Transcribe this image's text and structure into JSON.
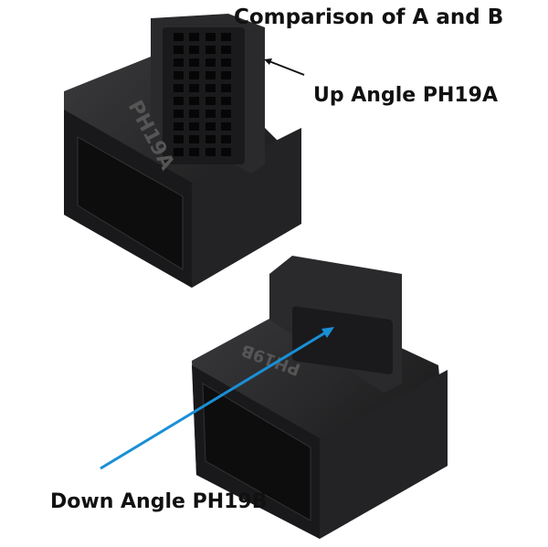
{
  "annotations": {
    "title": "Comparison of A and B",
    "up_label": "Up Angle PH19A",
    "down_label": "Down Angle PH19B"
  },
  "products": {
    "a_marking": "PH19A",
    "b_marking": "PH19B"
  },
  "colors": {
    "body": "#1c1c1e",
    "arrow_up": "#111111",
    "arrow_down": "#1a8fd6"
  }
}
